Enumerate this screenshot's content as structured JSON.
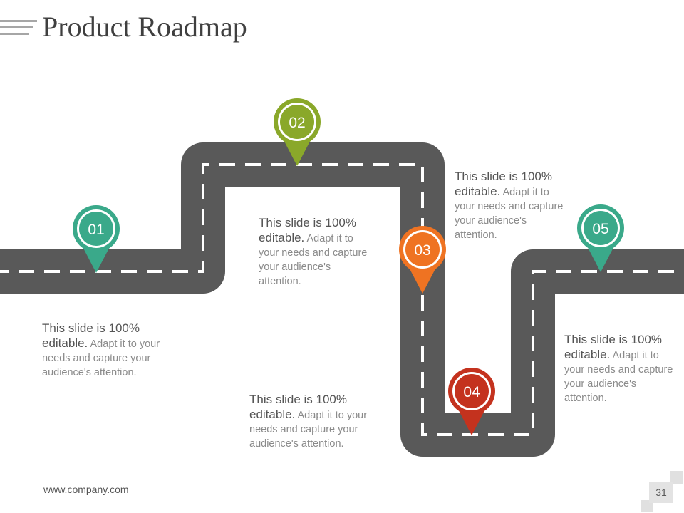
{
  "slide": {
    "title": "Product Roadmap",
    "footer_url": "www.company.com",
    "page_number": "31"
  },
  "markers": [
    {
      "number": "01",
      "color": "#3aa98a"
    },
    {
      "number": "02",
      "color": "#8aa82a"
    },
    {
      "number": "03",
      "color": "#ef7322"
    },
    {
      "number": "04",
      "color": "#c4321e"
    },
    {
      "number": "05",
      "color": "#3aa98a"
    }
  ],
  "text_blocks": [
    {
      "lead": "This slide is 100% editable.",
      "body": "Adapt it to your needs and capture your audience's attention."
    },
    {
      "lead": "This slide is 100% editable.",
      "body": "Adapt it to your needs and capture your audience's attention."
    },
    {
      "lead": "This slide is 100% editable.",
      "body": "Adapt it to your needs and capture your audience's attention."
    },
    {
      "lead": "This slide is 100% editable.",
      "body": "Adapt it to your needs and capture your audience's attention."
    },
    {
      "lead": "This slide is 100% editable.",
      "body": "Adapt it to your needs and capture your audience's attention."
    }
  ],
  "colors": {
    "road": "#595959",
    "lane_marking": "#ffffff"
  }
}
